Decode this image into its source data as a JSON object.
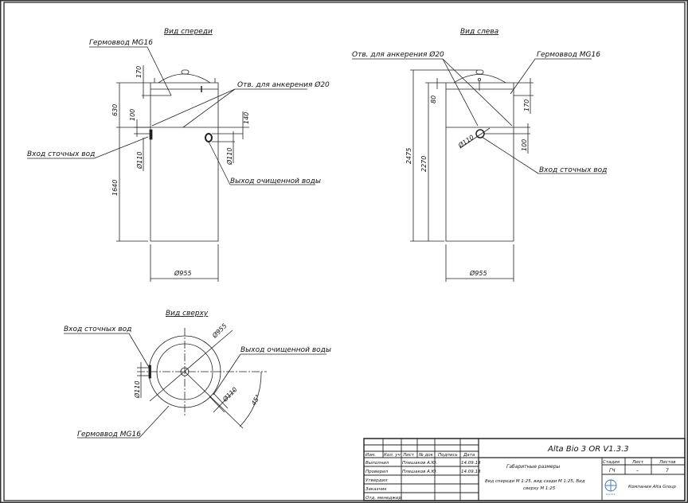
{
  "views": {
    "front": {
      "title": "Вид спереди",
      "labels": {
        "cable_gland": "Гермоввод MG16",
        "anchor_holes": "Отв. для анкерения Ø20",
        "inlet": "Вход сточных вод",
        "outlet": "Выход очищенной воды"
      },
      "dims": {
        "d170": "170",
        "d630": "630",
        "d100": "100",
        "d140": "140",
        "d1640": "1640",
        "inlet_dia": "Ø110",
        "outlet_dia": "Ø110",
        "width": "Ø955"
      }
    },
    "side": {
      "title": "Вид слева",
      "labels": {
        "anchor_holes": "Отв. для анкерения Ø20",
        "cable_gland": "Гермоввод MG16",
        "inlet": "Вход сточных вод"
      },
      "dims": {
        "d80": "80",
        "d170": "170",
        "d100": "100",
        "d2475": "2475",
        "d2270": "2270",
        "pipe_dia": "Ø110",
        "width": "Ø955"
      }
    },
    "top": {
      "title": "Вид сверху",
      "labels": {
        "inlet": "Вход сточных вод",
        "outlet": "Выход очищенной воды",
        "cable_gland": "Гермоввод MG16"
      },
      "dims": {
        "diameter": "Ø955",
        "inlet_dia": "Ø110",
        "outlet_dia": "Ø110",
        "angle": "45°"
      }
    }
  },
  "title_block": {
    "product": "Alta Bio 3 OR V1.3.3",
    "headers": [
      "Изм.",
      "Кол. уч",
      "Лист",
      "№ док",
      "Подпись",
      "Дата"
    ],
    "rows": [
      {
        "role": "Выполнил",
        "name": "Плешаков А.Ю.",
        "date": "14.09.18"
      },
      {
        "role": "Проверил",
        "name": "Плешаков А.Ю.",
        "date": "14.09.18"
      },
      {
        "role": "Утвердил",
        "name": "",
        "date": ""
      },
      {
        "role": "Заказчик",
        "name": "",
        "date": ""
      },
      {
        "role": "Отд. менеджер",
        "name": "",
        "date": ""
      }
    ],
    "doc_title": "Габаритные размеры",
    "doc_desc_1": "Вид спереди М 1:25, вид сзади М 1:25, Вид",
    "doc_desc_2": "сверху М 1:25",
    "stage_label": "Стадия",
    "sheet_label": "Лист",
    "sheets_label": "Листов",
    "stage": "ГЧ",
    "sheet": "–",
    "sheets": "7",
    "company": "Компания Alta Group"
  }
}
